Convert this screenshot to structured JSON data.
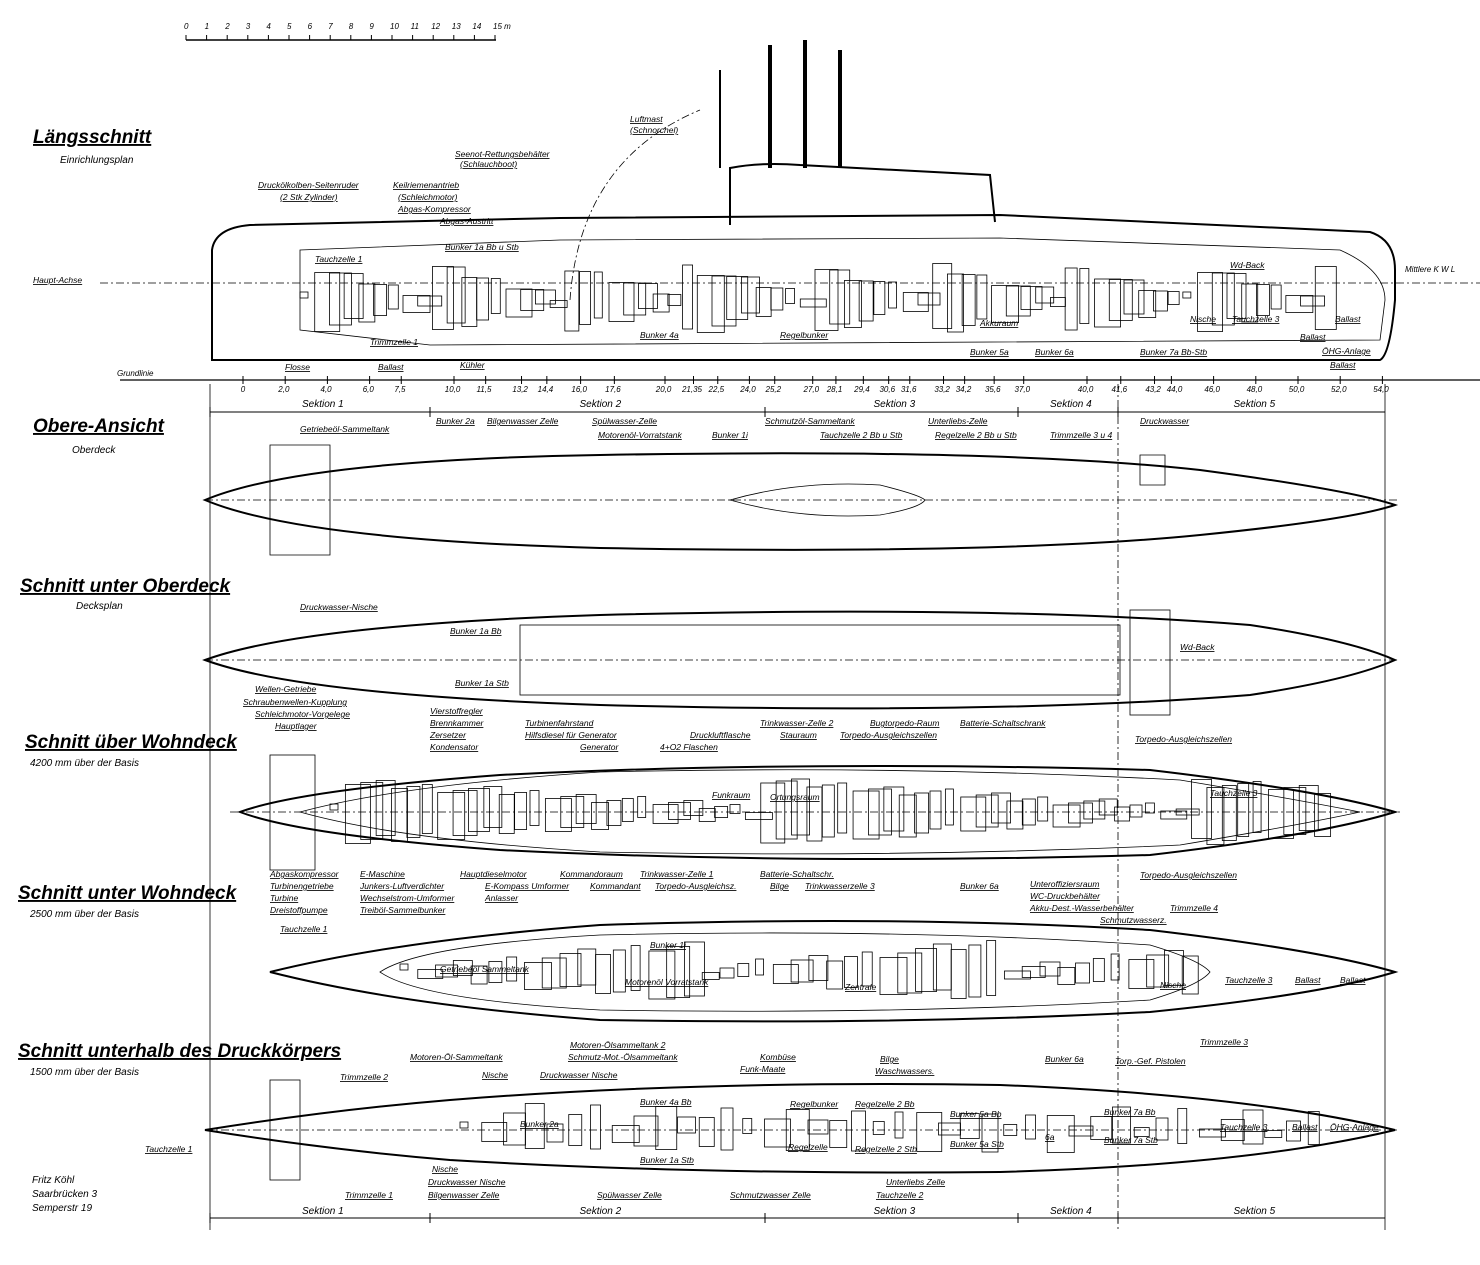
{
  "scale": {
    "ticks": [
      "0",
      "1",
      "2",
      "3",
      "4",
      "5",
      "6",
      "7",
      "8",
      "9",
      "10",
      "11",
      "12",
      "13",
      "14",
      "15 m"
    ]
  },
  "views": {
    "laengsschnitt": {
      "title": "Längsschnitt",
      "subtitle": "Einrichlungsplan"
    },
    "obere_ansicht": {
      "title": "Obere-Ansicht",
      "subtitle": "Oberdeck"
    },
    "unter_oberdeck": {
      "title": "Schnitt unter Oberdeck",
      "subtitle": "Decksplan"
    },
    "ueber_wohndeck": {
      "title": "Schnitt über Wohndeck",
      "subtitle": "4200 mm über der Basis"
    },
    "unter_wohndeck": {
      "title": "Schnitt unter Wohndeck",
      "subtitle": "2500 mm über der Basis"
    },
    "druckkoerper": {
      "title": "Schnitt unterhalb des Druckkörpers",
      "subtitle": "1500 mm über der Basis"
    }
  },
  "axis_labels": {
    "haupt_achse": "Haupt-Achse",
    "grundlinie": "Grundlinie",
    "kwl": "Mittlere K W L"
  },
  "stations": [
    "0",
    "2,0",
    "4,0",
    "6,0",
    "7,5",
    "10,0",
    "11,5",
    "13,2",
    "14,4",
    "16,0",
    "17,6",
    "20,0",
    "21,35",
    "22,5",
    "24,0",
    "25,2",
    "27,0",
    "28,1",
    "29,4",
    "30,6",
    "31,6",
    "33,2",
    "34,2",
    "35,6",
    "37,0",
    "40,0",
    "41,6",
    "43,2",
    "44,0",
    "46,0",
    "48,0",
    "50,0",
    "52,0",
    "54,0"
  ],
  "station_values": [
    0,
    2,
    4,
    6,
    7.5,
    10,
    11.5,
    13.2,
    14.4,
    16,
    17.6,
    20,
    21.35,
    22.5,
    24,
    25.2,
    27,
    28.1,
    29.4,
    30.6,
    31.6,
    33.2,
    34.2,
    35.6,
    37,
    40,
    41.6,
    43.2,
    44,
    46,
    48,
    50,
    52,
    54
  ],
  "sections": [
    "Sektion 1",
    "Sektion 2",
    "Sektion 3",
    "Sektion 4",
    "Sektion 5"
  ],
  "labels_top": [
    "Seenot-Rettungsbehälter",
    "(Schlauchboot)",
    "Druckölkolben-Seitenruder",
    "(2 Stk Zylinder)",
    "Keilriemenantrieb",
    "(Schleichmotor)",
    "Abgas-Kompressor",
    "Abgas-Austritt",
    "Luftmast",
    "(Schnorchel)",
    "Tauchzelle 1",
    "Bunker 1a Bb u Stb",
    "Trimmzelle 1",
    "Kühler",
    "Flosse",
    "Ballast",
    "Bunker 4a",
    "Regelbunker",
    "Akkuraum",
    "Wd-Back",
    "Nische",
    "Tauchzelle 3",
    "Ballast",
    "Bunker 7a Bb-Stb",
    "Bunker 5a",
    "Bunker 6a",
    "Ballast",
    "ÖHG-Anlage",
    "Ballast"
  ],
  "labels_stations_below": [
    "Getriebeöl-Sammeltank",
    "Bunker 2a",
    "Bilgenwasser Zelle",
    "Spülwasser-Zelle",
    "Motorenöl-Vorratstank",
    "Bunker 1i",
    "Schmutzöl-Sammeltank",
    "Tauchzelle 2 Bb u Stb",
    "Regelzelle 2 Bb u Stb",
    "Unterliebs-Zelle",
    "Trimmzelle 3 u 4",
    "Druckwasser"
  ],
  "labels_oberdeck": [
    "Druckwasser-Nische",
    "Bunker 1a Bb",
    "Bunker 1a Stb",
    "Wd-Back"
  ],
  "labels_wohndeck": [
    "Wellen-Getriebe",
    "Schraubenwellen-Kupplung",
    "Schleichmotor-Vorgelege",
    "Hauptlager",
    "Vierstoffregler",
    "Brennkammer",
    "Zersetzer",
    "Kondensator",
    "Turbinenfahrstand",
    "Hilfsdiesel für Generator",
    "Generator",
    "4+O2 Flaschen",
    "Druckluftflasche",
    "Stauraum",
    "Trinkwasser-Zelle 2",
    "Bugtorpedo-Raum",
    "Torpedo-Ausgleichszellen",
    "Batterie-Schaltschrank",
    "Torpedo-Ausgleichszellen",
    "Funkraum",
    "Ortungsraum",
    "Tauchzelle 3",
    "Torpedo-Ausgleichszellen",
    "Unteroffiziersraum"
  ],
  "labels_unter_wohndeck": [
    "Abgaskompressor",
    "Turbinengetriebe",
    "Turbine",
    "Dreistoffpumpe",
    "E-Maschine",
    "Junkers-Luftverdichter",
    "Wechselstrom-Umformer",
    "Treiböl-Sammelbunker",
    "Hauptdieselmotor",
    "E-Kompass Umformer",
    "Anlasser",
    "Kommandoraum",
    "Kommandant",
    "Trinkwasser-Zelle 1",
    "Torpedo-Ausgleichsz.",
    "Batterie-Schaltschr.",
    "Bilge",
    "Trinkwasserzelle 3",
    "Bunker 6a",
    "WC-Druckbehälter",
    "Akku-Dest.-Wasserbehälter",
    "Trimmzelle 4",
    "Schmutzwasserz.",
    "Tauchzelle 1",
    "Getriebeöl Sammeltank",
    "Bunker 1i",
    "Motorenöl Vorratstank",
    "Zentrale",
    "Nische",
    "Tauchzelle 3",
    "Ballast",
    "Ballast",
    "Motoren-Öl-Sammeltank",
    "Motoren-Ölsammeltank 2",
    "Schmutz-Mot.-Ölsammeltank",
    "Kombüse",
    "Funk-Maate",
    "Bilge",
    "Waschwassers.",
    "Bunker 6a",
    "Torp.-Gef. Pistolen",
    "Trimmzelle 3"
  ],
  "labels_druckkoerper": [
    "Trimmzelle 2",
    "Nische",
    "Druckwasser Nische",
    "Bunker 2a",
    "Bunker 4a Bb",
    "Bunker 1a Stb",
    "Regelbunker",
    "Regelzelle",
    "Regelzelle 2 Bb",
    "Regelzelle 2 Stb",
    "Bunker 5a Bb",
    "Bunker 5a Stb",
    "6a",
    "Bunker 7a Bb",
    "Bunker 7a Stb",
    "Tauchzelle 3",
    "Ballast",
    "ÖHG-Anlage",
    "Tauchzelle 1",
    "Nische",
    "Druckwasser Nische",
    "Bilgenwasser Zelle",
    "Trimmzelle 1",
    "Spülwasser Zelle",
    "Schmutzwasser Zelle",
    "Unterliebs Zelle",
    "Tauchzelle 2"
  ],
  "credit": [
    "Fritz Köhl",
    "Saarbrücken 3",
    "Semperstr 19"
  ]
}
